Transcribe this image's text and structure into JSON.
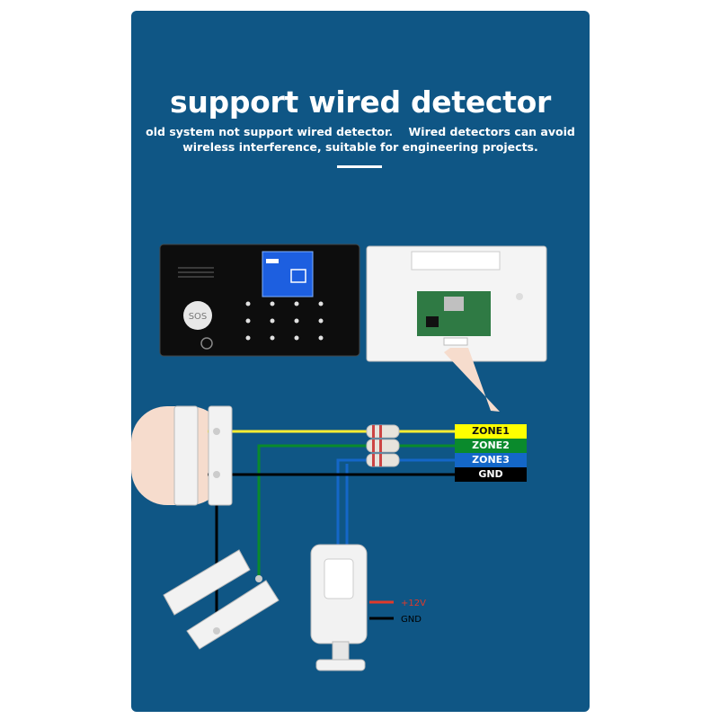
{
  "title": "support wired detector",
  "subtitle": {
    "line1": "old system not support wired detector.    Wired detectors can avoid",
    "line2": "wireless interference, suitable for engineering projects."
  },
  "zones": {
    "zone1": "ZONE1",
    "zone2": "ZONE2",
    "zone3": "ZONE3",
    "gnd": "GND"
  },
  "pir_power": {
    "plus": "+12V",
    "gnd": "GND"
  },
  "panel_logo": "SOS",
  "colors": {
    "background": "#0f5685",
    "zone1": "#ffff00",
    "zone2": "#0a8a2c",
    "zone3": "#1467c8",
    "gnd": "#000000",
    "callout": "#f6dccd"
  }
}
